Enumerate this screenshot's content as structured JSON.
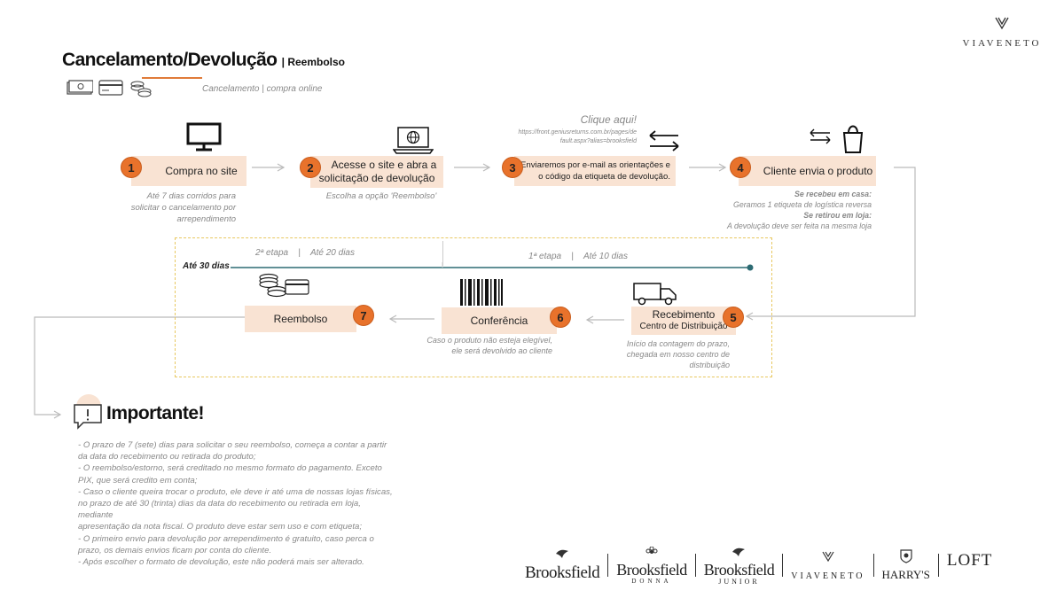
{
  "header": {
    "title": "Cancelamento/Devolução",
    "title_suffix": "| Reembolso",
    "subtitle": "Cancelamento | compra online",
    "logo_text": "VIAVENETO"
  },
  "top_link": {
    "label": "Clique aqui!",
    "url_line1": "https://front.geniusreturns.com.br/pages/de",
    "url_line2": "fault.aspx?alias=brooksfield"
  },
  "steps": [
    {
      "num": "1",
      "label": "Compra no site",
      "note": [
        "Até 7 dias corridos para",
        "solicitar o cancelamento por",
        "arrependimento"
      ]
    },
    {
      "num": "2",
      "label_line1": "Acesse o site e abra a",
      "label_line2": "solicitação de devolução",
      "note": [
        "Escolha a opção 'Reembolso'"
      ]
    },
    {
      "num": "3",
      "label_line1": "Enviaremos por e-mail as orientações e",
      "label_line2": "o código da etiqueta de devolução."
    },
    {
      "num": "4",
      "label": "Cliente envia o produto",
      "note_home_title": "Se recebeu em casa:",
      "note_home_text": "Geramos 1 etiqueta de logística reversa",
      "note_store_title": "Se retirou em loja:",
      "note_store_text": "A devolução deve ser feita na mesma loja"
    },
    {
      "num": "5",
      "label_line1": "Recebimento",
      "label_line2": "Centro de Distribuição",
      "note": [
        "Início da contagem do prazo,",
        "chegada em nosso centro de",
        "distribuição"
      ]
    },
    {
      "num": "6",
      "label": "Conferência",
      "note": [
        "Caso o produto não esteja elegível,",
        "ele será devolvido ao cliente"
      ]
    },
    {
      "num": "7",
      "label": "Reembolso"
    }
  ],
  "timeline": {
    "total": "Até 30 dias",
    "stage2_name": "2ª etapa",
    "stage2_sep": "|",
    "stage2_time": "Até 20 dias",
    "stage1_name": "1ª etapa",
    "stage1_sep": "|",
    "stage1_time": "Até 10 dias"
  },
  "important": {
    "title": "Importante!",
    "lines": [
      "- O prazo de 7 (sete) dias para solicitar o seu reembolso, começa a contar a partir",
      "da data do recebimento ou retirada do produto;",
      "- O reembolso/estorno, será creditado no mesmo formato do pagamento. Exceto",
      "PIX, que será credito em conta;",
      "- Caso o cliente queira trocar o produto, ele deve ir até uma de nossas lojas físicas,",
      "no prazo de até 30 (trinta) dias da data do recebimento ou retirada em loja, mediante",
      "apresentação da nota fiscal. O produto deve estar sem uso e com etiqueta;",
      "- O primeiro envio para devolução por arrependimento é gratuito, caso perca o",
      "prazo, os demais envios ficam por conta do cliente.",
      "- Após escolher o formato de devolução, este não poderá mais ser alterado."
    ]
  },
  "brands": [
    {
      "name": "Brooksfield",
      "sub": ""
    },
    {
      "name": "Brooksfield",
      "sub": "DONNA"
    },
    {
      "name": "Brooksfield",
      "sub": "JUNIOR"
    },
    {
      "name": "VIAVENETO",
      "sub": ""
    },
    {
      "name": "HARRY'S",
      "sub": ""
    },
    {
      "name": "LOFT",
      "sub": ""
    }
  ],
  "icons": {
    "payment": [
      "cash-icon",
      "card-icon",
      "coins-icon"
    ],
    "step1": "monitor-icon",
    "step2": "laptop-globe-icon",
    "step3": "exchange-arrows-icon",
    "step4": "bag-exchange-icon",
    "step5": "truck-icon",
    "step6": "barcode-icon",
    "step7": "coins-card-icon",
    "important": "alert-message-icon"
  },
  "colors": {
    "accent": "#e8722b",
    "box": "#f9e3d3",
    "timeline": "#2d6b73",
    "dash_border": "#e8c860"
  }
}
